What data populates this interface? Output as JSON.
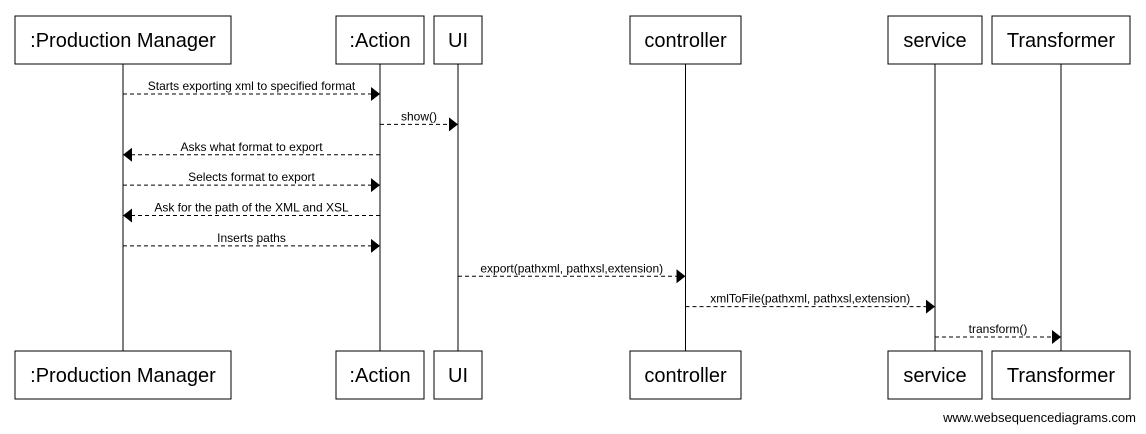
{
  "participants": [
    {
      "id": "pm",
      "name": ":Production Manager"
    },
    {
      "id": "action",
      "name": ":Action"
    },
    {
      "id": "ui",
      "name": "UI"
    },
    {
      "id": "controller",
      "name": "controller"
    },
    {
      "id": "service",
      "name": "service"
    },
    {
      "id": "transformer",
      "name": "Transformer"
    }
  ],
  "messages": [
    {
      "from": "pm",
      "to": "action",
      "label": "Starts exporting xml to specified format"
    },
    {
      "from": "action",
      "to": "ui",
      "label": "show()"
    },
    {
      "from": "action",
      "to": "pm",
      "label": "Asks what format to export"
    },
    {
      "from": "pm",
      "to": "action",
      "label": "Selects format to export"
    },
    {
      "from": "action",
      "to": "pm",
      "label": "Ask for the path of the XML and XSL"
    },
    {
      "from": "pm",
      "to": "action",
      "label": "Inserts paths"
    },
    {
      "from": "ui",
      "to": "controller",
      "label": "export(pathxml, pathxsl,extension)"
    },
    {
      "from": "controller",
      "to": "service",
      "label": "xmlToFile(pathxml, pathxsl,extension)"
    },
    {
      "from": "service",
      "to": "transformer",
      "label": "transform()"
    }
  ],
  "watermark": "www.websequencediagrams.com"
}
